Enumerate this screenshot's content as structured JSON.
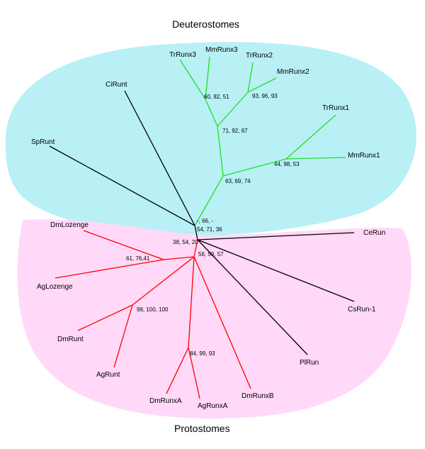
{
  "groups": {
    "deuterostomes": {
      "label": "Deuterostomes",
      "color": "#b8f0f6"
    },
    "protostomes": {
      "label": "Protostomes",
      "color": "#ffd9f7"
    }
  },
  "branch_colors": {
    "vertebrate": "#22e022",
    "arthropod": "#ff0000",
    "other": "#000000"
  },
  "leaves": {
    "trrunx3": "TrRunx3",
    "mmrunx3": "MmRunx3",
    "trrunx2": "TrRunx2",
    "mmrunx2": "MmRunx2",
    "trrunx1": "TrRunx1",
    "mmrunx1": "MmRunx1",
    "cirunt": "CiRunt",
    "sprunt": "SpRunt",
    "dmlozenge": "DmLozenge",
    "aglozenge": "AgLozenge",
    "dmrunt": "DmRunt",
    "agrunt": "AgRunt",
    "dmrunxa": "DmRunxA",
    "agrunxa": "AgRunxA",
    "dmrunxb": "DmRunxB",
    "plrun": "PlRun",
    "csrun1": "CsRun-1",
    "cerun": "CeRun"
  },
  "support": {
    "runx3": "60, 82, 51",
    "runx2": "93, 96, 93",
    "runx23": "71, 92, 67",
    "runx1": "44, 98, 53",
    "vertebrate": "63, 69, 74",
    "deut_a": "-, 66, -",
    "deut_b": "54, 71, 36",
    "center": "38, 54, 20",
    "arthropod": "56, 59, 57",
    "lozenge": "61, 76,41",
    "runt": "98, 100, 100",
    "runxa": "84, 99, 93"
  }
}
